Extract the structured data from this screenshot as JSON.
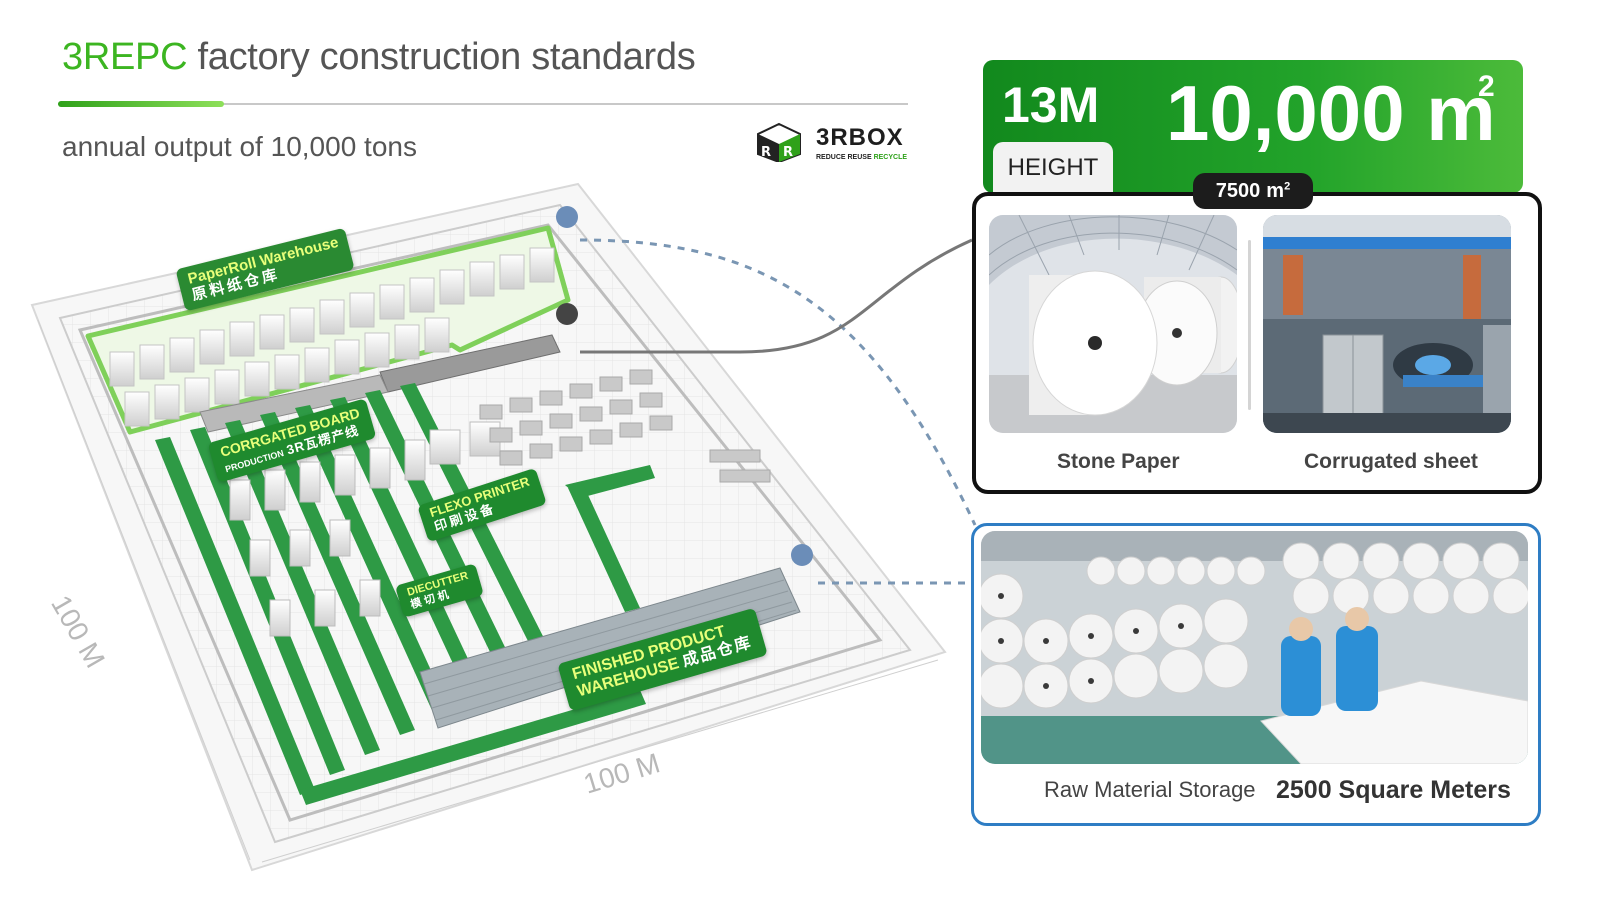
{
  "header": {
    "title_accent": "3REPC",
    "title_rest": " factory construction standards",
    "subtitle": "annual output of 10,000 tons"
  },
  "logo": {
    "name": "3RBOX",
    "tagline_dark": "REDUCE REUSE ",
    "tagline_green": "RECYCLE"
  },
  "plan": {
    "dim_width": "100 M",
    "dim_depth": "100 M",
    "zones": [
      {
        "en": "PaperRoll Warehouse",
        "cn": "原料纸仓库"
      },
      {
        "en": "CORRGATED BOARD",
        "sub": "PRODUCTION",
        "cn": "3R瓦楞产线"
      },
      {
        "en": "FLEXO PRINTER",
        "cn": "印刷设备"
      },
      {
        "en": "DIECUTTER",
        "cn": "模切机"
      },
      {
        "en": "FINISHED PRODUCT",
        "en2": "WAREHOUSE",
        "cn": "成品仓库"
      }
    ]
  },
  "stats": {
    "height_value": "13M",
    "height_label": "HEIGHT",
    "total_area": "10,000 m",
    "total_area_sup": "2"
  },
  "production_panel": {
    "area_badge": "7500",
    "area_badge_unit": "m",
    "area_badge_sup": "2",
    "captions": [
      "Stone Paper",
      "Corrugated sheet"
    ]
  },
  "storage_panel": {
    "label": "Raw Material Storage",
    "area": "2500 Square Meters"
  },
  "colors": {
    "accent_green": "#3cb521",
    "bar_green": "#1a961f",
    "storage_blue": "#2e7dc4",
    "connector_gray": "#777777",
    "dashed_blue": "#7a96b3"
  }
}
